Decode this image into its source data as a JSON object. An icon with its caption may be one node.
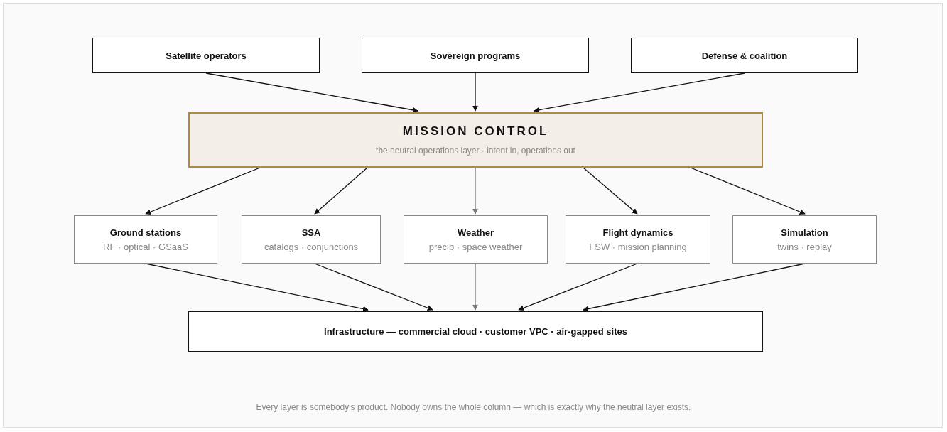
{
  "diagram": {
    "caption": "Every layer is somebody's product. Nobody owns the whole column — which is exactly why the neutral layer exists.",
    "nodes": [
      {
        "text": [
          "Satellite operators"
        ]
      },
      {
        "text": [
          "Sovereign programs"
        ]
      },
      {
        "text": [
          "Defense & coalition"
        ]
      },
      {
        "text": [
          "MISSION CONTROL",
          "the neutral operations layer · intent in, operations out"
        ]
      },
      {
        "text": [
          "Ground stations",
          "RF · optical · GSaaS"
        ]
      },
      {
        "text": [
          "SSA",
          "catalogs · conjunctions"
        ]
      },
      {
        "text": [
          "Weather",
          "precip · space weather"
        ]
      },
      {
        "text": [
          "Flight dynamics",
          "FSW · mission planning"
        ]
      },
      {
        "text": [
          "Simulation",
          "twins · replay"
        ]
      },
      {
        "text": [
          "Infrastructure — commercial cloud · customer VPC · air-gapped sites"
        ]
      }
    ],
    "edges": [
      {
        "from": 0,
        "to": 3,
        "arrow": "to"
      },
      {
        "from": 1,
        "to": 3,
        "arrow": "to"
      },
      {
        "from": 2,
        "to": 3,
        "arrow": "to"
      },
      {
        "from": 3,
        "to": 4,
        "arrow": "to"
      },
      {
        "from": 3,
        "to": 5,
        "arrow": "to"
      },
      {
        "from": 3,
        "to": 6,
        "arrow": "to",
        "color": "#777777"
      },
      {
        "from": 3,
        "to": 7,
        "arrow": "to"
      },
      {
        "from": 3,
        "to": 8,
        "arrow": "to"
      },
      {
        "from": 4,
        "to": 9,
        "arrow": "to"
      },
      {
        "from": 5,
        "to": 9,
        "arrow": "to"
      },
      {
        "from": 6,
        "to": 9,
        "arrow": "to",
        "color": "#777777"
      },
      {
        "from": 7,
        "to": 9,
        "arrow": "to"
      },
      {
        "from": 8,
        "to": 9,
        "arrow": "to"
      }
    ]
  }
}
